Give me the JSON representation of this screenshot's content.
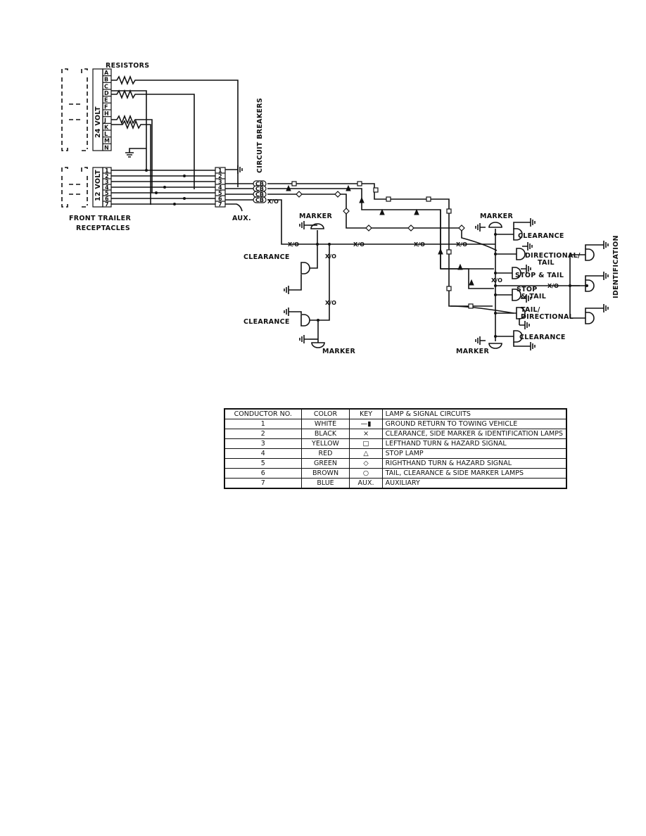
{
  "diagram": {
    "labels": {
      "resistors": "RESISTORS",
      "volt24": "24 VOLT",
      "volt12": "12 VOLT",
      "front_trailer_line1": "FRONT TRAILER",
      "front_trailer_line2": "RECEPTACLES",
      "circuit_breakers": "CIRCUIT BREAKERS",
      "aux": "AUX.",
      "identification": "IDENTIFICATION",
      "cb": "CB",
      "marker": "MARKER",
      "clearance": "CLEARANCE",
      "directional_tail_1": "DIRECTIONAL/",
      "directional_tail_2": "TAIL",
      "stop_tail_1": "STOP & TAIL",
      "stop_tail_2a": "STOP",
      "stop_tail_2b": "& TAIL",
      "tail_directional_1": "TAIL/",
      "tail_directional_2": "DIRECTIONAL",
      "xo": "X/O"
    },
    "pins_24v": [
      "A",
      "B",
      "C",
      "D",
      "E",
      "F",
      "H",
      "J",
      "K",
      "L",
      "M",
      "N"
    ],
    "pins_12v": [
      "1",
      "2",
      "3",
      "4",
      "5",
      "6",
      "7"
    ],
    "terminal_block": [
      "1",
      "2",
      "3",
      "4",
      "5",
      "6",
      "7"
    ]
  },
  "legend": {
    "headers": [
      "CONDUCTOR NO.",
      "COLOR",
      "KEY",
      "LAMP & SIGNAL CIRCUITS"
    ],
    "rows": [
      {
        "no": "1",
        "color": "WHITE",
        "key": "—▮",
        "circuit": "GROUND RETURN TO TOWING VEHICLE"
      },
      {
        "no": "2",
        "color": "BLACK",
        "key": "×",
        "circuit": "CLEARANCE, SIDE MARKER & IDENTIFICATION LAMPS"
      },
      {
        "no": "3",
        "color": "YELLOW",
        "key": "□",
        "circuit": "LEFTHAND TURN & HAZARD SIGNAL"
      },
      {
        "no": "4",
        "color": "RED",
        "key": "△",
        "circuit": "STOP LAMP"
      },
      {
        "no": "5",
        "color": "GREEN",
        "key": "◇",
        "circuit": "RIGHTHAND TURN & HAZARD SIGNAL"
      },
      {
        "no": "6",
        "color": "BROWN",
        "key": "○",
        "circuit": "TAIL, CLEARANCE & SIDE MARKER LAMPS"
      },
      {
        "no": "7",
        "color": "BLUE",
        "key": "AUX.",
        "circuit": "AUXILIARY"
      }
    ]
  }
}
